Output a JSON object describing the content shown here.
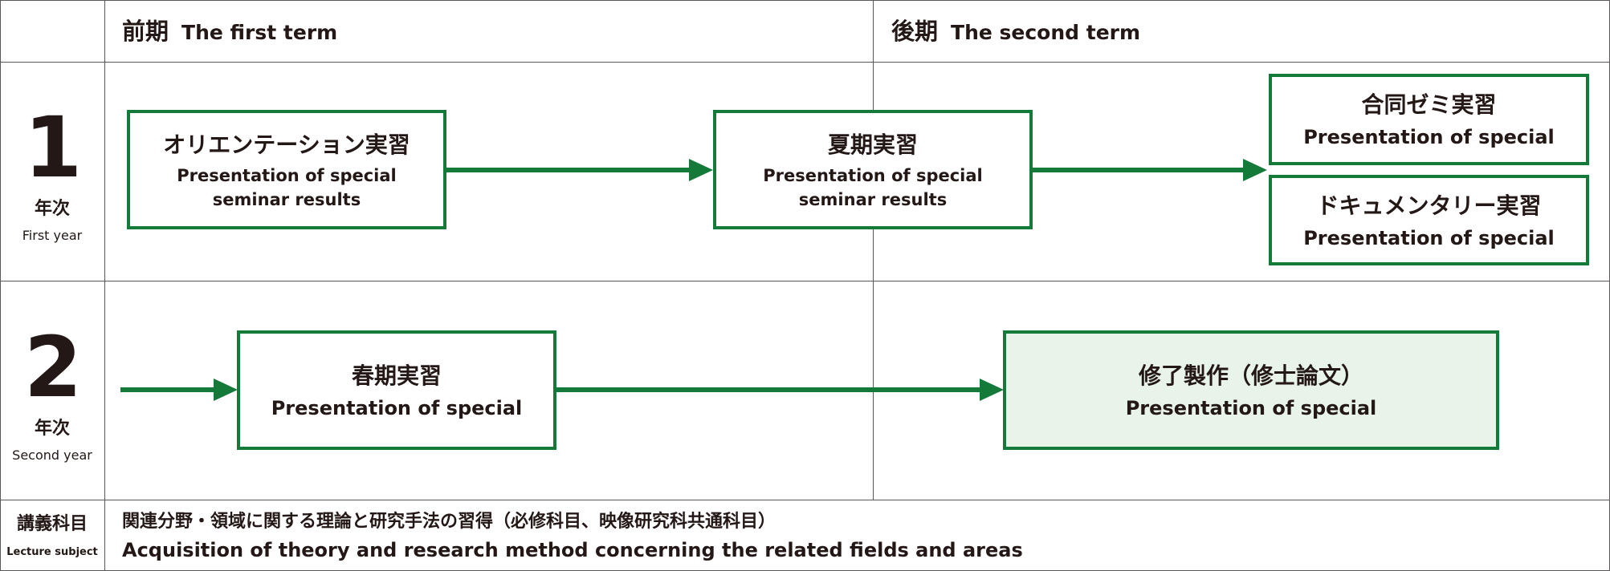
{
  "header": {
    "first_term_jp": "前期",
    "first_term_en": "The first term",
    "second_term_jp": "後期",
    "second_term_en": "The second term"
  },
  "years": [
    {
      "number": "1",
      "label_jp": "年次",
      "label_en": "First year"
    },
    {
      "number": "2",
      "label_jp": "年次",
      "label_en": "Second year"
    }
  ],
  "boxes": {
    "orientation": {
      "title": "オリエンテーション実習",
      "sub1": "Presentation of special",
      "sub2": "seminar results"
    },
    "summer": {
      "title": "夏期実習",
      "sub1": "Presentation of special",
      "sub2": "seminar results"
    },
    "joint_seminar": {
      "title": "合同ゼミ実習",
      "sub1": "Presentation of special"
    },
    "documentary": {
      "title": "ドキュメンタリー実習",
      "sub1": "Presentation of special"
    },
    "spring": {
      "title": "春期実習",
      "sub1": "Presentation of special"
    },
    "thesis": {
      "title": "修了製作（修士論文）",
      "sub1": "Presentation of special"
    }
  },
  "lecture_subject": {
    "label_jp": "講義科目",
    "label_en": "Lecture subject",
    "text_jp": "関連分野・領域に関する理論と研究手法の習得（必修科目、映像研究科共通科目）",
    "text_en": "Acquisition of theory and research method concerning the related fields and areas"
  },
  "colors": {
    "accent_green": "#137a3a",
    "filled_box_bg": "#e8f3e9",
    "grid_line": "#595757",
    "text": "#231815"
  }
}
